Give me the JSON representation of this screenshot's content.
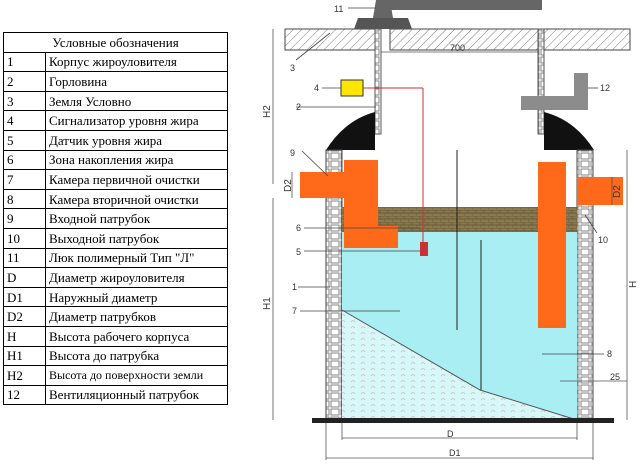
{
  "legend": {
    "title": "Условные обозначения",
    "rows": [
      {
        "sym": "1",
        "desc": "Корпус жироуловителя"
      },
      {
        "sym": "2",
        "desc": "Горловина"
      },
      {
        "sym": "3",
        "desc": "Земля Условно"
      },
      {
        "sym": "4",
        "desc": "Сигнализатор уровня жира"
      },
      {
        "sym": "5",
        "desc": "Датчик уровня жира"
      },
      {
        "sym": "6",
        "desc": "Зона накопления жира"
      },
      {
        "sym": "7",
        "desc": "Камера первичной очистки"
      },
      {
        "sym": "8",
        "desc": "Камера вторичной очистки"
      },
      {
        "sym": "9",
        "desc": "Входной патрубок"
      },
      {
        "sym": "10",
        "desc": "Выходной патрубок"
      },
      {
        "sym": "11",
        "desc": "Люк полимерный Тип \"Л\""
      },
      {
        "sym": "D",
        "desc": "Диаметр жироуловителя"
      },
      {
        "sym": "D1",
        "desc": "Наружный диаметр"
      },
      {
        "sym": "D2",
        "desc": "Диаметр патрубков"
      },
      {
        "sym": "H",
        "desc": "Высота рабочего корпуса"
      },
      {
        "sym": "H1",
        "desc": "Высота до патрубка"
      },
      {
        "sym": "H2",
        "desc": "Высота до поверхности земли"
      },
      {
        "sym": "12",
        "desc": "Вентиляционный патрубок"
      }
    ]
  },
  "diagram": {
    "labels": {
      "n1": "1",
      "n2": "2",
      "n3": "3",
      "n4": "4",
      "n5": "5",
      "n6": "6",
      "n7": "7",
      "n8": "8",
      "n9": "9",
      "n10": "10",
      "n11": "11",
      "n12": "12",
      "dim700": "700",
      "dim25": "25",
      "H": "H",
      "H1": "H1",
      "H2": "H2",
      "D": "D",
      "D1": "D1",
      "D2a": "D2",
      "D2b": "D2"
    },
    "colors": {
      "water": "#a8eef2",
      "grease": "#8a7a4e",
      "pipe": "#ff6a1a",
      "alarm": "#ffe600",
      "sensor": "#c83232",
      "vent": "#8c8c8c",
      "ground": "#b9b9b9"
    }
  }
}
